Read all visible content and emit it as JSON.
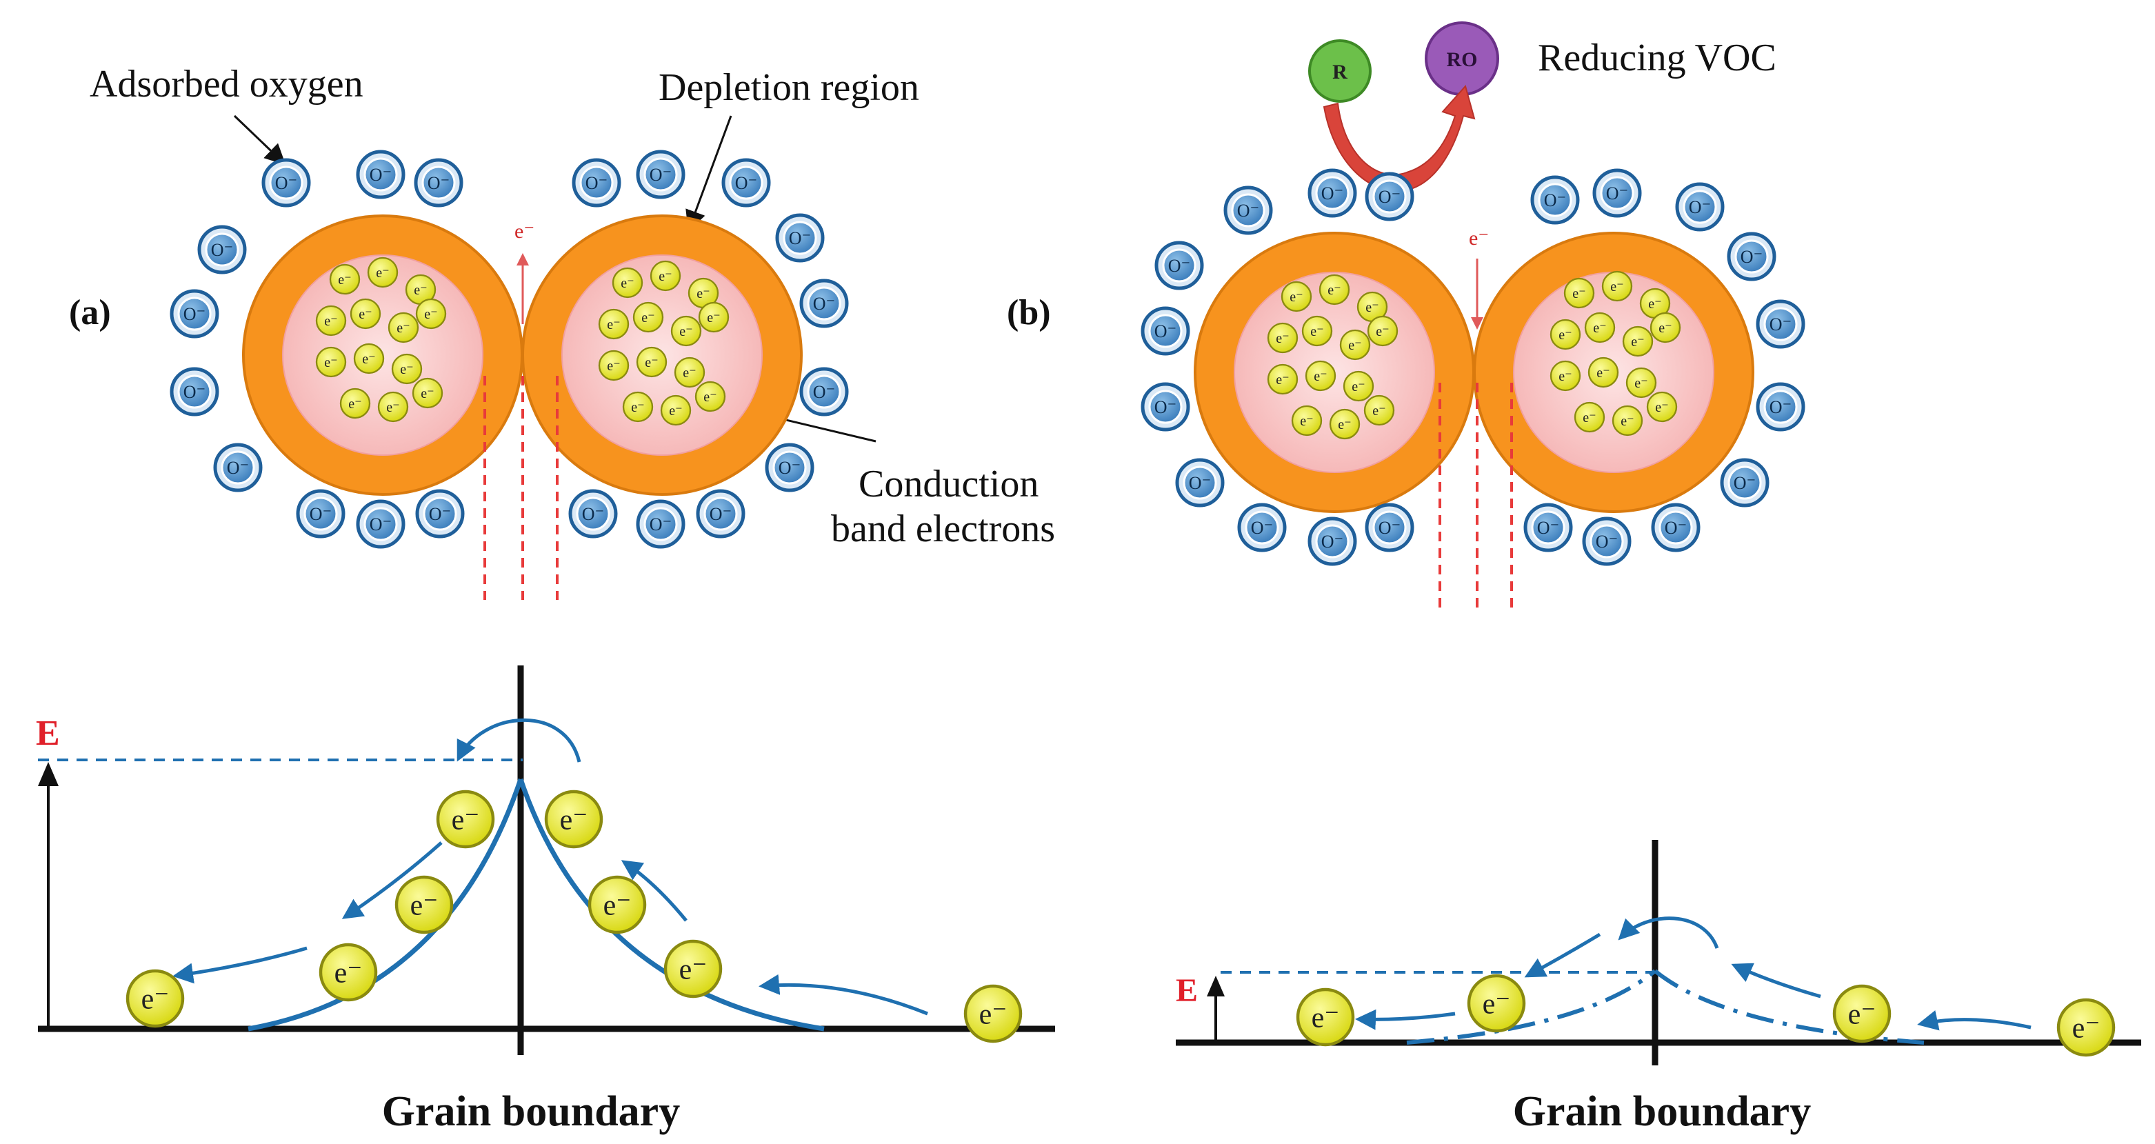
{
  "panel_a": {
    "label": "(a)",
    "adsorbed_oxygen_label": "Adsorbed oxygen",
    "depletion_region_label": "Depletion region",
    "conduction_label_line1": "Conduction",
    "conduction_label_line2": "band electrons",
    "electron_flow_label": "e⁻"
  },
  "panel_b": {
    "label": "(b)",
    "reducing_label": "Reducing VOC",
    "reactant": "R",
    "product": "RO",
    "electron_flow_label": "e⁻"
  },
  "ion_label": "O⁻",
  "electron_label": "e⁻",
  "energy_a": {
    "axis_label": "E",
    "xlabel": "Grain boundary"
  },
  "energy_b": {
    "axis_label": "E",
    "xlabel": "Grain boundary"
  },
  "colors": {
    "grain_shell": "#f7931e",
    "grain_shell_stroke": "#d97a0e",
    "grain_core": "#f9c4c4",
    "electron": "#ecec2a",
    "ion_fill": "#4a8fc8",
    "ion_ring": "#1f5f9a",
    "barrier": "#1f70b0",
    "energy_red": "#e0202a",
    "reactant": "#6cc04a",
    "product": "#9a5ab8",
    "arrow_red": "#d9443a"
  }
}
